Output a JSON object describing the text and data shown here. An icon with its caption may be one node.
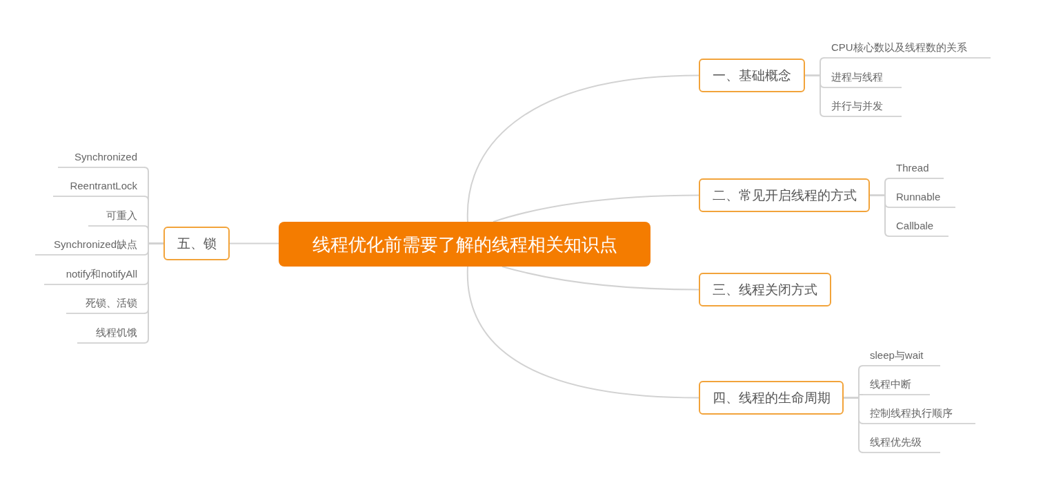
{
  "diagram": {
    "nodes": [
      {
        "text": [
          "线程优化前需要了解的线程相关知识点"
        ]
      },
      {
        "text": [
          "一、基础概念"
        ]
      },
      {
        "text": [
          "CPU核心数以及线程数的关系"
        ]
      },
      {
        "text": [
          "进程与线程"
        ]
      },
      {
        "text": [
          "并行与并发"
        ]
      },
      {
        "text": [
          "二、常见开启线程的方式"
        ]
      },
      {
        "text": [
          "Thread"
        ]
      },
      {
        "text": [
          "Runnable"
        ]
      },
      {
        "text": [
          "Callbale"
        ]
      },
      {
        "text": [
          "三、线程关闭方式"
        ]
      },
      {
        "text": [
          "四、线程的生命周期"
        ]
      },
      {
        "text": [
          "sleep与wait"
        ]
      },
      {
        "text": [
          "线程中断"
        ]
      },
      {
        "text": [
          "控制线程执行顺序"
        ]
      },
      {
        "text": [
          "线程优先级"
        ]
      },
      {
        "text": [
          "五、锁"
        ]
      },
      {
        "text": [
          "Synchronized"
        ]
      },
      {
        "text": [
          "ReentrantLock"
        ]
      },
      {
        "text": [
          "可重入"
        ]
      },
      {
        "text": [
          "Synchronized缺点"
        ]
      },
      {
        "text": [
          "notify和notifyAll"
        ]
      },
      {
        "text": [
          "死锁、活锁"
        ]
      },
      {
        "text": [
          "线程饥饿"
        ]
      }
    ],
    "edges": [
      {
        "from": 0,
        "to": 1,
        "arrow": "none"
      },
      {
        "from": 0,
        "to": 5,
        "arrow": "none"
      },
      {
        "from": 0,
        "to": 9,
        "arrow": "none"
      },
      {
        "from": 0,
        "to": 10,
        "arrow": "none"
      },
      {
        "from": 0,
        "to": 15,
        "arrow": "none"
      },
      {
        "from": 1,
        "to": 2,
        "arrow": "none"
      },
      {
        "from": 1,
        "to": 3,
        "arrow": "none"
      },
      {
        "from": 1,
        "to": 4,
        "arrow": "none"
      },
      {
        "from": 5,
        "to": 6,
        "arrow": "none"
      },
      {
        "from": 5,
        "to": 7,
        "arrow": "none"
      },
      {
        "from": 5,
        "to": 8,
        "arrow": "none"
      },
      {
        "from": 10,
        "to": 11,
        "arrow": "none"
      },
      {
        "from": 10,
        "to": 12,
        "arrow": "none"
      },
      {
        "from": 10,
        "to": 13,
        "arrow": "none"
      },
      {
        "from": 10,
        "to": 14,
        "arrow": "none"
      },
      {
        "from": 15,
        "to": 16,
        "arrow": "none"
      },
      {
        "from": 15,
        "to": 17,
        "arrow": "none"
      },
      {
        "from": 15,
        "to": 18,
        "arrow": "none"
      },
      {
        "from": 15,
        "to": 19,
        "arrow": "none"
      },
      {
        "from": 15,
        "to": 20,
        "arrow": "none"
      },
      {
        "from": 15,
        "to": 21,
        "arrow": "none"
      },
      {
        "from": 15,
        "to": 22,
        "arrow": "none"
      }
    ]
  }
}
